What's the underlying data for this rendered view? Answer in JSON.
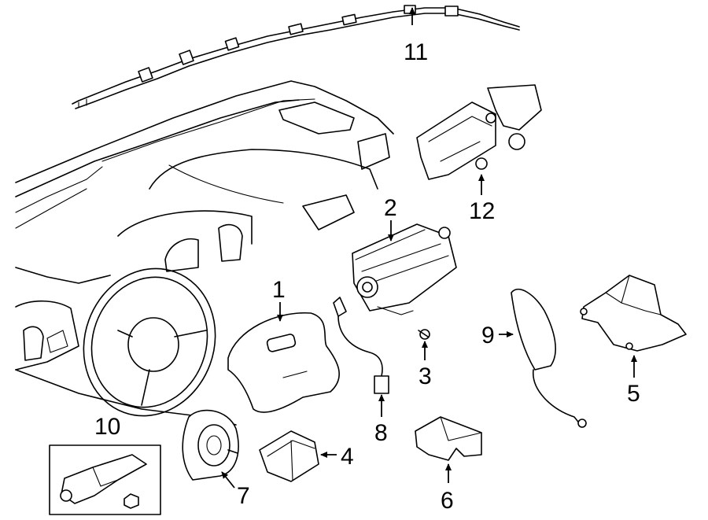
{
  "diagram": {
    "callouts": [
      {
        "id": "1",
        "text": "1"
      },
      {
        "id": "2",
        "text": "2"
      },
      {
        "id": "3",
        "text": "3"
      },
      {
        "id": "4",
        "text": "4"
      },
      {
        "id": "5",
        "text": "5"
      },
      {
        "id": "6",
        "text": "6"
      },
      {
        "id": "7",
        "text": "7"
      },
      {
        "id": "8",
        "text": "8"
      },
      {
        "id": "9",
        "text": "9"
      },
      {
        "id": "10",
        "text": "10"
      },
      {
        "id": "11",
        "text": "11"
      },
      {
        "id": "12",
        "text": "12"
      }
    ]
  }
}
